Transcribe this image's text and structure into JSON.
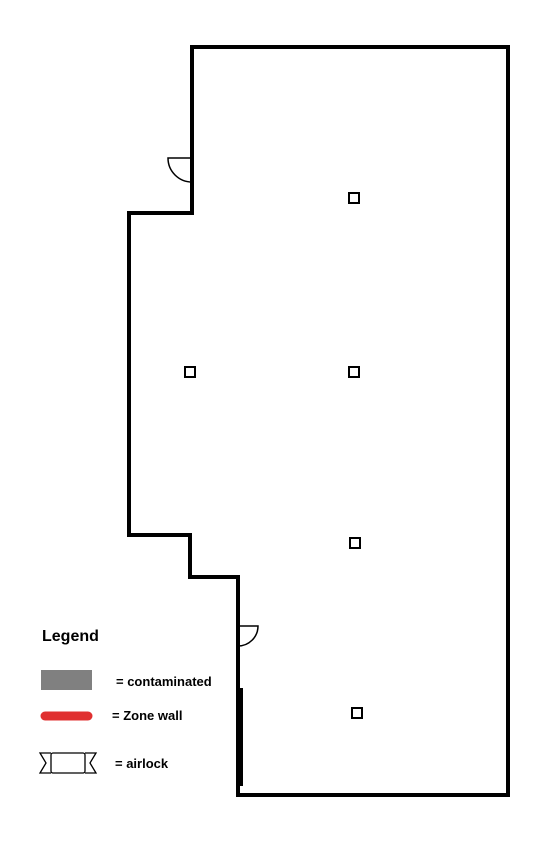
{
  "legend": {
    "title": "Legend",
    "items": [
      {
        "symbol": "gray-swatch",
        "label": "= contaminated",
        "color": "#808080"
      },
      {
        "symbol": "red-line",
        "label": "= Zone wall",
        "color": "#e03030"
      },
      {
        "symbol": "airlock-icon",
        "label": "= airlock"
      }
    ]
  },
  "colors": {
    "wall": "#000000",
    "contaminated": "#808080",
    "zone_wall": "#e03030",
    "background": "#ffffff"
  }
}
